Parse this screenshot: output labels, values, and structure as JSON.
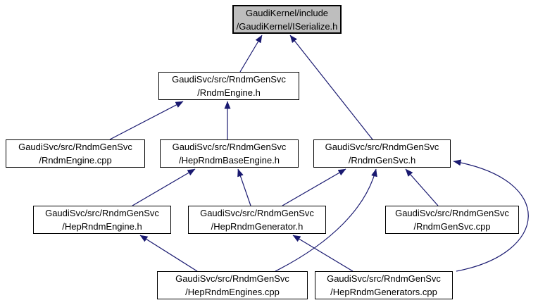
{
  "diagram": {
    "colors": {
      "edge": "#191970",
      "node_fill": "#ffffff",
      "highlight_fill": "#bebebe",
      "node_border": "#000000",
      "background": "#ffffff"
    }
  },
  "nodes": {
    "iserialize_h": {
      "line1": "GaudiKernel/include",
      "line2": "/GaudiKernel/ISerialize.h"
    },
    "rndmengine_h": {
      "line1": "GaudiSvc/src/RndmGenSvc",
      "line2": "/RndmEngine.h"
    },
    "rndmengine_cpp": {
      "line1": "GaudiSvc/src/RndmGenSvc",
      "line2": "/RndmEngine.cpp"
    },
    "heprndmbaseengine_h": {
      "line1": "GaudiSvc/src/RndmGenSvc",
      "line2": "/HepRndmBaseEngine.h"
    },
    "rndmgensvc_h": {
      "line1": "GaudiSvc/src/RndmGenSvc",
      "line2": "/RndmGenSvc.h"
    },
    "heprndmengine_h": {
      "line1": "GaudiSvc/src/RndmGenSvc",
      "line2": "/HepRndmEngine.h"
    },
    "heprndmgenerator_h": {
      "line1": "GaudiSvc/src/RndmGenSvc",
      "line2": "/HepRndmGenerator.h"
    },
    "rndmgensvc_cpp": {
      "line1": "GaudiSvc/src/RndmGenSvc",
      "line2": "/RndmGenSvc.cpp"
    },
    "heprndmengines_cpp": {
      "line1": "GaudiSvc/src/RndmGenSvc",
      "line2": "/HepRndmEngines.cpp"
    },
    "heprndmgenerators_cpp": {
      "line1": "GaudiSvc/src/RndmGenSvc",
      "line2": "/HepRndmGenerators.cpp"
    }
  },
  "edges": [
    {
      "from": "rndmengine_h",
      "to": "iserialize_h"
    },
    {
      "from": "rndmgensvc_h",
      "to": "iserialize_h"
    },
    {
      "from": "rndmengine_cpp",
      "to": "rndmengine_h"
    },
    {
      "from": "heprndmbaseengine_h",
      "to": "rndmengine_h"
    },
    {
      "from": "heprndmengine_h",
      "to": "heprndmbaseengine_h"
    },
    {
      "from": "heprndmgenerator_h",
      "to": "heprndmbaseengine_h"
    },
    {
      "from": "heprndmgenerator_h",
      "to": "rndmgensvc_h"
    },
    {
      "from": "rndmgensvc_cpp",
      "to": "rndmgensvc_h"
    },
    {
      "from": "heprndmengines_cpp",
      "to": "heprndmengine_h"
    },
    {
      "from": "heprndmengines_cpp",
      "to": "rndmgensvc_h"
    },
    {
      "from": "heprndmgenerators_cpp",
      "to": "heprndmgenerator_h"
    },
    {
      "from": "heprndmgenerators_cpp",
      "to": "rndmgensvc_h"
    }
  ]
}
